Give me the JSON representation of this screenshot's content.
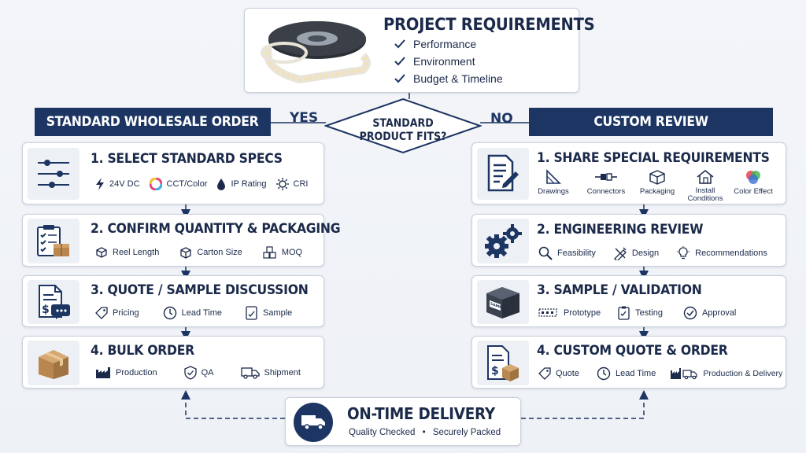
{
  "requirements": {
    "title": "PROJECT REQUIREMENTS",
    "items": [
      "Performance",
      "Environment",
      "Budget & Timeline"
    ]
  },
  "decision": {
    "line1": "STANDARD",
    "line2": "PRODUCT FITS?",
    "yes": "YES",
    "no": "NO"
  },
  "left": {
    "header": "STANDARD WHOLESALE ORDER",
    "steps": [
      {
        "title": "1. SELECT STANDARD SPECS",
        "items": [
          "24V DC",
          "CCT/Color",
          "IP Rating",
          "CRI"
        ]
      },
      {
        "title": "2. CONFIRM QUANTITY & PACKAGING",
        "items": [
          "Reel Length",
          "Carton Size",
          "MOQ"
        ]
      },
      {
        "title": "3. QUOTE / SAMPLE DISCUSSION",
        "items": [
          "Pricing",
          "Lead Time",
          "Sample"
        ]
      },
      {
        "title": "4. BULK ORDER",
        "items": [
          "Production",
          "QA",
          "Shipment"
        ]
      }
    ]
  },
  "right": {
    "header": "CUSTOM REVIEW",
    "steps": [
      {
        "title": "1. SHARE SPECIAL REQUIREMENTS",
        "items": [
          "Drawings",
          "Connectors",
          "Packaging",
          "Install Conditions",
          "Color Effect"
        ]
      },
      {
        "title": "2. ENGINEERING REVIEW",
        "items": [
          "Feasibility",
          "Design",
          "Recommendations"
        ]
      },
      {
        "title": "3. SAMPLE / VALIDATION",
        "items": [
          "Prototype",
          "Testing",
          "Approval"
        ],
        "box_label": "SAMPLE"
      },
      {
        "title": "4. CUSTOM QUOTE & ORDER",
        "items": [
          "Quote",
          "Lead Time",
          "Production & Delivery"
        ]
      }
    ]
  },
  "delivery": {
    "title": "ON-TIME DELIVERY",
    "sub1": "Quality Checked",
    "sep": "•",
    "sub2": "Securely Packed"
  },
  "colors": {
    "navy": "#1d3563",
    "icon_bg": "#edf0f5",
    "box_brown": "#b8864e"
  }
}
